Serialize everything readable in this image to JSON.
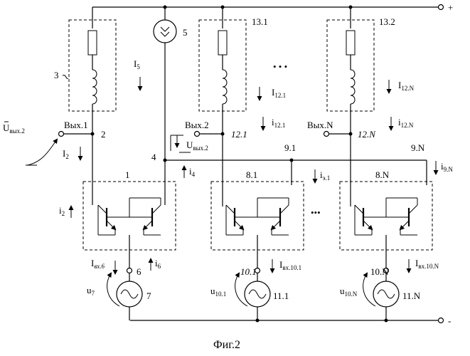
{
  "rails": {
    "plus": "+",
    "minus": "-"
  },
  "caption": "Фиг.2",
  "nodes": {
    "n1": "1",
    "n2": "2",
    "n3": "3",
    "n4": "4",
    "n5": "5",
    "n6": "6",
    "n7": "7",
    "n8_1": "8.1",
    "n8_N": "8.N",
    "n9_1": "9.1",
    "n9_N": "9.N",
    "n10_1": "10.1",
    "n10_N": "10.N",
    "n11_1": "11.1",
    "n11_N": "11.N",
    "n12_1": "12.1",
    "n12_N": "12.N",
    "n13_1": "13.1",
    "n13_2": "13.2"
  },
  "outputs": {
    "out1": "Вых.1",
    "out2": "Вых.2",
    "outN": "Вых.N"
  },
  "ellipsis": {
    "top": "• • •",
    "mid": "•••"
  },
  "currents": {
    "I5": {
      "main": "I",
      "sub": "5"
    },
    "I12_1": {
      "main": "I",
      "sub": "12.1"
    },
    "i12_1": {
      "main": "i",
      "sub": "12.1"
    },
    "I12_N": {
      "main": "I",
      "sub": "12.N"
    },
    "i12_N": {
      "main": "i",
      "sub": "12.N"
    },
    "I2": {
      "main": "I",
      "sub": "2"
    },
    "i2": {
      "main": "i",
      "sub": "2"
    },
    "i4": {
      "main": "i",
      "sub": "4"
    },
    "i3_1": {
      "main": "i",
      "sub": "э.1"
    },
    "i9_N": {
      "main": "i",
      "sub": "9.N"
    },
    "Ivx6": {
      "main": "I",
      "sub": "вх.6"
    },
    "i6": {
      "main": "i",
      "sub": "6"
    },
    "Ivx10_1": {
      "main": "I",
      "sub": "вх.10.1"
    },
    "Ivx10_N": {
      "main": "I",
      "sub": "вх.10.N"
    }
  },
  "voltages": {
    "Uvyx2_left": {
      "main": "U",
      "sub": "вых.2"
    },
    "Uvyx2_mid": {
      "main": "U",
      "sub": "вых.2"
    },
    "u7": {
      "main": "u",
      "sub": "7"
    },
    "u10_1": {
      "main": "u",
      "sub": "10.1"
    },
    "u10_N": {
      "main": "u",
      "sub": "10.N"
    }
  }
}
